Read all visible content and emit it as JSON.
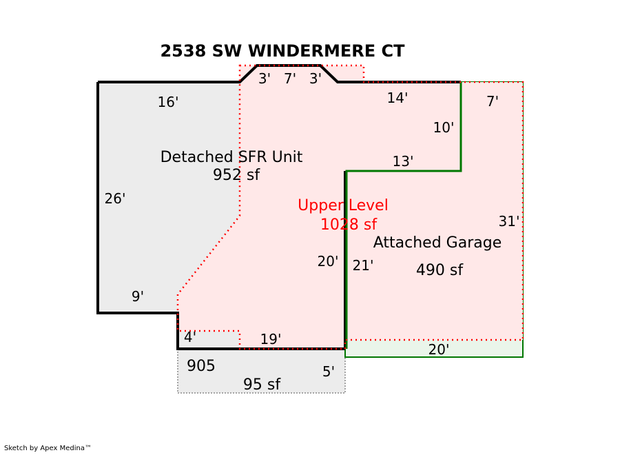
{
  "title": "2538 SW WINDERMERE CT",
  "footer": "Sketch by Apex Medina™",
  "colors": {
    "main_fill": "#ececec",
    "upper_fill": "#ffe8e8",
    "upper_outline": "#ff0000",
    "garage_outline": "#007700",
    "garage_fill": "#eaf5ea",
    "porch_outline": "#888888"
  },
  "areas": {
    "main": {
      "name": "Detached SFR Unit",
      "size": "952 sf"
    },
    "upper": {
      "name": "Upper Level",
      "size": "1028 sf"
    },
    "garage": {
      "name": "Attached Garage",
      "size": "490 sf"
    },
    "porch": {
      "name": "905",
      "size": "95 sf"
    }
  },
  "dimensions": {
    "top_left": "16'",
    "bay_left": "3'",
    "bay_mid": "7'",
    "bay_right": "3'",
    "top_right": "14'",
    "notch_vertical": "10'",
    "notch_horizontal": "13'",
    "left_side": "26'",
    "step_horizontal": "9'",
    "step_vertical": "4'",
    "bottom": "19'",
    "inner_vertical": "20'",
    "garage_left": "21'",
    "garage_top": "7'",
    "garage_right": "31'",
    "garage_bottom": "20'",
    "porch_depth": "5'"
  }
}
